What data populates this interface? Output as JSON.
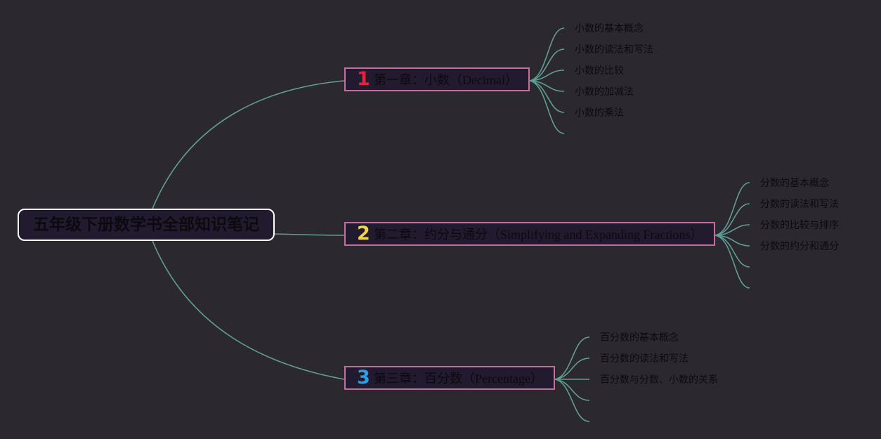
{
  "root": {
    "title": "五年级下册数学书全部知识笔记"
  },
  "chapters": [
    {
      "number": "1",
      "title": "第一章：小数（Decimal）",
      "topics": [
        "小数的基本概念",
        "小数的读法和写法",
        "小数的比较",
        "小数的加减法",
        "小数的乘法"
      ]
    },
    {
      "number": "2",
      "title": "第二章：约分与通分（Simplifying and Expanding Fractions）",
      "topics": [
        "分数的基本概念",
        "分数的读法和写法",
        "分数的比较与排序",
        "分数的约分和通分"
      ]
    },
    {
      "number": "3",
      "title": "第三章：百分数（Percentage）",
      "topics": [
        "百分数的基本概念",
        "百分数的读法和写法",
        "百分数与分数、小数的关系"
      ]
    }
  ],
  "colors": {
    "background": "#2c2830",
    "connector": "#5f9e95",
    "chapter_border": "#c0709b",
    "root_border": "#ffffff",
    "number_1": "#e0243d",
    "number_2": "#f1d24a",
    "number_3": "#2a9fe5"
  }
}
